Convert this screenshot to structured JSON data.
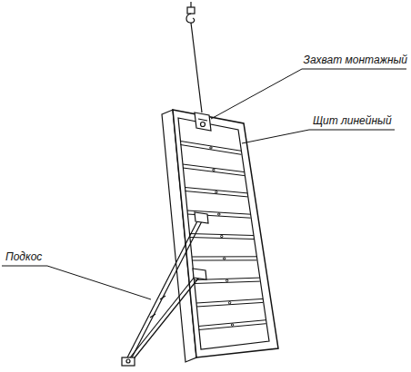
{
  "diagram": {
    "labels": [
      "Захват монтажный",
      "Щит линейный",
      "Подкос"
    ]
  }
}
